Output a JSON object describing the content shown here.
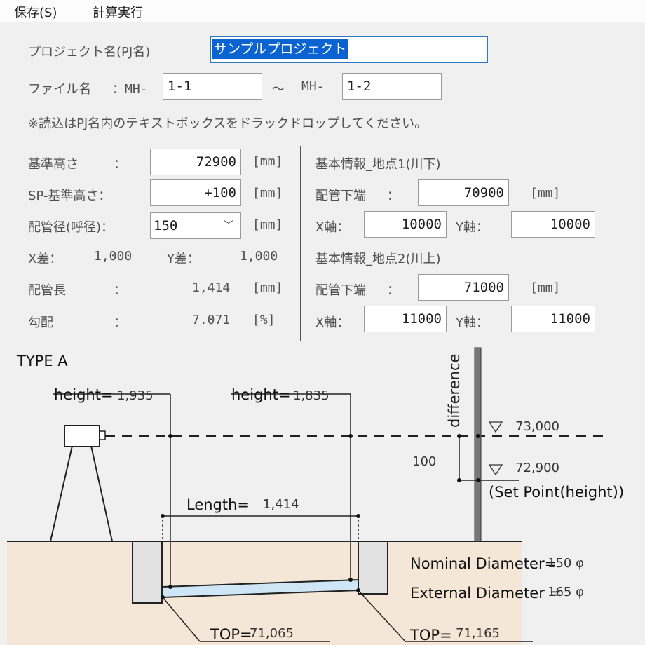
{
  "menu": {
    "save": "保存(S)",
    "calc": "計算実行"
  },
  "project": {
    "label": "プロジェクト名(PJ名)",
    "value": "サンプルプロジェクト"
  },
  "file": {
    "label": "ファイル名",
    "prefix1": "：MH-",
    "value1": "1-1",
    "tilde": "～",
    "prefix2": "MH-",
    "value2": "1-2"
  },
  "note": "※読込はPJ名内のテキストボックスをドラックドロップしてください。",
  "left": {
    "base_height": {
      "label": "基準高さ",
      "colon": "：",
      "value": "72900",
      "unit": "[mm]"
    },
    "sp_height": {
      "label": "SP-基準高さ：",
      "value": "+100",
      "unit": "[mm]"
    },
    "diameter": {
      "label": "配管径(呼径)：",
      "value": "150",
      "unit": "[mm]"
    },
    "xdiff": {
      "label": "X差：",
      "value": "1,000"
    },
    "ydiff": {
      "label": "Y差：",
      "value": "1,000"
    },
    "length": {
      "label": "配管長",
      "colon": "：",
      "value": "1,414",
      "unit": "[mm]"
    },
    "slope": {
      "label": "勾配",
      "colon": "：",
      "value": "7.071",
      "unit": "[%]"
    }
  },
  "point1": {
    "title": "基本情報_地点1(川下)",
    "bottom_label": "配管下端",
    "colon": "：",
    "bottom_value": "70900",
    "unit": "[mm]",
    "x_label": "X軸：",
    "x_value": "10000",
    "y_label": "Y軸：",
    "y_value": "10000"
  },
  "point2": {
    "title": "基本情報_地点2(川上)",
    "bottom_label": "配管下端",
    "colon": "：",
    "bottom_value": "71000",
    "unit": "[mm]",
    "x_label": "X軸：",
    "x_value": "11000",
    "y_label": "Y軸：",
    "y_value": "11000"
  },
  "diagram": {
    "type_label": "TYPE A",
    "height1_label": "height=",
    "height1_value": "1,935",
    "height2_label": "height=",
    "height2_value": "1,835",
    "length_label": "Length=",
    "length_value": "1,414",
    "difference_label": "difference",
    "diff_value": "100",
    "level1": "73,000",
    "level2": "72,900",
    "setpoint": "(Set Point(height))",
    "nominal_label": "Nominal Diameter=",
    "nominal_value": "150 φ",
    "external_label": "External Diameter =",
    "external_value": "165 φ",
    "top1_label": "TOP=",
    "top1_value": "71,065",
    "top2_label": "TOP=",
    "top2_value": "71,165"
  }
}
